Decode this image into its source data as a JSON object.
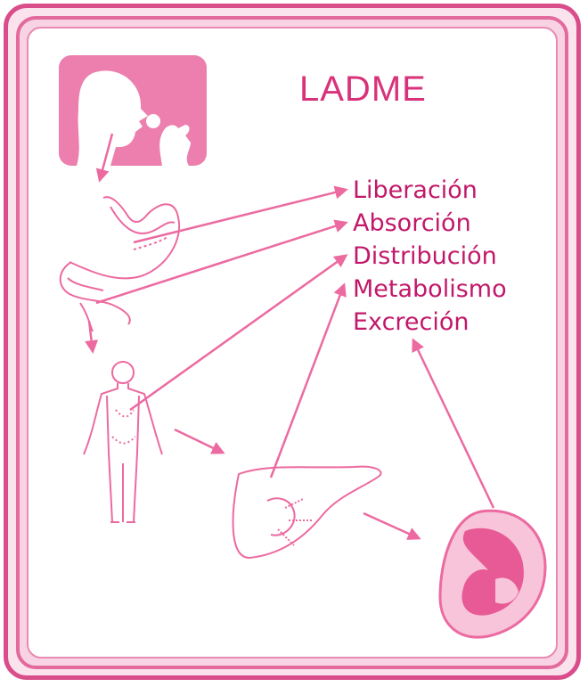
{
  "title": "LADME",
  "stages": [
    "Liberación",
    "Absorción",
    "Distribución",
    "Metabolismo",
    "Excreción"
  ],
  "colors": {
    "accent": "#d8327a",
    "line": "#ec6aa0",
    "frame": "#d94d8a",
    "text": "#c2186a"
  },
  "icons": [
    "person-taking-pill-icon",
    "stomach-icon",
    "intestine-icon",
    "human-body-icon",
    "liver-icon",
    "kidney-icon"
  ]
}
